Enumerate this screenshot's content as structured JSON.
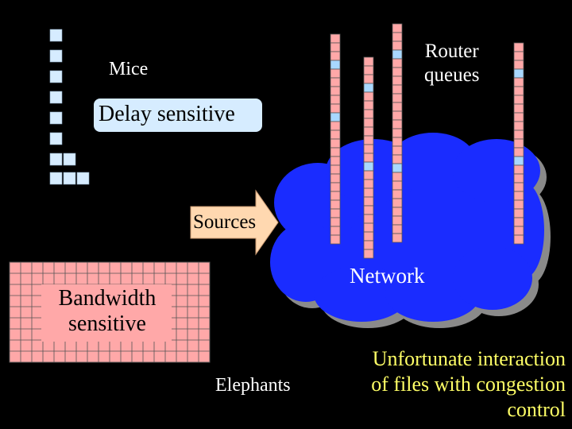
{
  "labels": {
    "mice": "Mice",
    "router_queues_line1": "Router",
    "router_queues_line2": "queues",
    "delay_sensitive": "Delay sensitive",
    "sources": "Sources",
    "network": "Network",
    "bandwidth_line1": "Bandwidth",
    "bandwidth_line2": "sensitive",
    "elephants": "Elephants",
    "unfortunate_line1": "Unfortunate interaction",
    "unfortunate_line2": "of files with congestion",
    "unfortunate_line3": "control"
  },
  "colors": {
    "background": "#000000",
    "mice_cells": "#d6ecff",
    "queue_cell": "#ffa8a8",
    "queue_marker": "#a8d8ff",
    "network_cloud": "#1a2cff",
    "network_shadow": "#8a8a8a",
    "elephant_block": "#ffa8a8",
    "sources_arrow": "#ffd8b0",
    "delay_box": "#d6ecff",
    "caption_text": "#ffff66"
  }
}
